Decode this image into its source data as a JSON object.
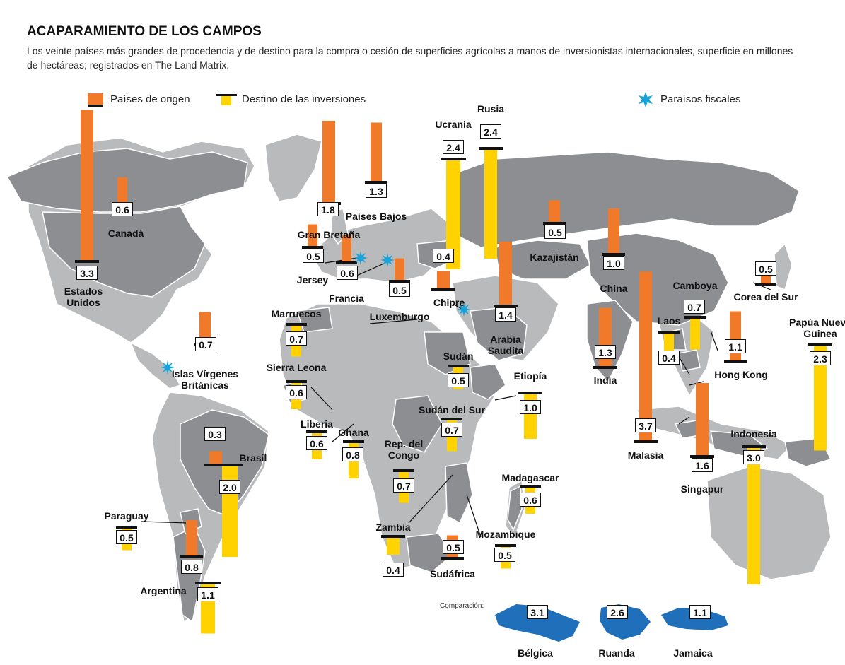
{
  "title": "ACAPARAMIENTO DE LOS CAMPOS",
  "subtitle": "Los veinte países más grandes de procedencia y de destino para la compra o cesión de superficies agrícolas a manos de inversionistas internacionales, superficie en millones de hectáreas; registrados en The Land Matrix.",
  "legend": {
    "origin": "Países de origen",
    "destination": "Destino de las inversiones",
    "tax_havens": "Paraísos fiscales"
  },
  "colors": {
    "origin": "#f07a2a",
    "destination": "#ffd200",
    "tax_haven": "#1aa3d9",
    "land_dark": "#8c8e91",
    "land_light": "#b9babc",
    "comparison": "#1f6fba"
  },
  "comparison": {
    "label": "Comparación:",
    "items": [
      {
        "name": "Bélgica",
        "value": "3.1"
      },
      {
        "name": "Ruanda",
        "value": "2.6"
      },
      {
        "name": "Jamaica",
        "value": "1.1"
      }
    ]
  },
  "countries": [
    {
      "name": "Estados Unidos",
      "value": "3.3",
      "type": "origin"
    },
    {
      "name": "Canadá",
      "value": "0.6",
      "type": "origin"
    },
    {
      "name": "Islas Vírgenes Británicas",
      "value": "0.7",
      "type": "origin"
    },
    {
      "name": "Gran Bretaña",
      "value": "1.8",
      "type": "origin"
    },
    {
      "name": "Países Bajos",
      "value": "1.3",
      "type": "origin"
    },
    {
      "name": "Jersey",
      "value": "0.5",
      "type": "origin"
    },
    {
      "name": "Francia",
      "value": "0.6",
      "type": "origin"
    },
    {
      "name": "Luxemburgo",
      "value": "0.5",
      "type": "origin"
    },
    {
      "name": "Chipre",
      "value": "0.4",
      "type": "origin"
    },
    {
      "name": "Ucrania",
      "value": "2.4",
      "type": "destination"
    },
    {
      "name": "Rusia",
      "value": "2.4",
      "type": "destination"
    },
    {
      "name": "Arabia Saudita",
      "value": "1.4",
      "type": "origin"
    },
    {
      "name": "Kazajistán",
      "value": "0.5",
      "type": "origin"
    },
    {
      "name": "China",
      "value": "1.0",
      "type": "origin"
    },
    {
      "name": "India",
      "value": "1.3",
      "type": "origin"
    },
    {
      "name": "Malasia",
      "value": "3.7",
      "type": "origin"
    },
    {
      "name": "Singapur",
      "value": "1.6",
      "type": "origin"
    },
    {
      "name": "Hong Kong",
      "value": "1.1",
      "type": "origin"
    },
    {
      "name": "Corea del Sur",
      "value": "0.5",
      "type": "origin"
    },
    {
      "name": "Camboya",
      "value": "0.7",
      "type": "destination"
    },
    {
      "name": "Laos",
      "value": "0.4",
      "type": "destination"
    },
    {
      "name": "Papúa Nueva Guinea",
      "value": "2.3",
      "type": "destination"
    },
    {
      "name": "Indonesia",
      "value": "3.0",
      "type": "destination"
    },
    {
      "name": "Marruecos",
      "value": "0.7",
      "type": "destination"
    },
    {
      "name": "Sierra Leona",
      "value": "0.6",
      "type": "destination"
    },
    {
      "name": "Liberia",
      "value": "0.6",
      "type": "destination"
    },
    {
      "name": "Ghana",
      "value": "0.8",
      "type": "destination"
    },
    {
      "name": "Sudán",
      "value": "0.5",
      "type": "destination"
    },
    {
      "name": "Sudán del Sur",
      "value": "0.7",
      "type": "destination"
    },
    {
      "name": "Etiopía",
      "value": "1.0",
      "type": "destination"
    },
    {
      "name": "Rep. del Congo",
      "value": "0.7",
      "type": "destination"
    },
    {
      "name": "Madagascar",
      "value": "0.6",
      "type": "destination"
    },
    {
      "name": "Mozambique",
      "value": "0.5",
      "type": "destination"
    },
    {
      "name": "Zambia",
      "value": "0.4",
      "type": "destination"
    },
    {
      "name": "Sudáfrica",
      "value": "0.5",
      "type": "origin"
    },
    {
      "name": "Brasil (origen)",
      "value": "0.3",
      "type": "origin"
    },
    {
      "name": "Brasil (destino)",
      "value": "2.0",
      "type": "destination"
    },
    {
      "name": "Paraguay",
      "value": "0.5",
      "type": "destination"
    },
    {
      "name": "Argentina (origen)",
      "value": "0.8",
      "type": "origin"
    },
    {
      "name": "Argentina (destino)",
      "value": "1.1",
      "type": "destination"
    }
  ],
  "labels": {
    "usa": "Estados\nUnidos",
    "canada": "Canadá",
    "bvi": "Islas Vírgenes\nBritánicas",
    "gb": "Gran Bretaña",
    "nl": "Países Bajos",
    "jersey": "Jersey",
    "francia": "Francia",
    "luxemburgo": "Luxemburgo",
    "chipre": "Chipre",
    "ucrania": "Ucrania",
    "rusia": "Rusia",
    "arabia": "Arabia\nSaudita",
    "kazajistan": "Kazajistán",
    "china": "China",
    "india": "India",
    "malasia": "Malasia",
    "singapur": "Singapur",
    "hongkong": "Hong Kong",
    "corea": "Corea del Sur",
    "camboya": "Camboya",
    "laos": "Laos",
    "papua": "Papúa Nueva\nGuinea",
    "indonesia": "Indonesia",
    "marruecos": "Marruecos",
    "sierra": "Sierra Leona",
    "liberia": "Liberia",
    "ghana": "Ghana",
    "sudan": "Sudán",
    "sudansur": "Sudán del Sur",
    "etiopia": "Etiopía",
    "congo": "Rep. del\nCongo",
    "madagascar": "Madagascar",
    "mozambique": "Mozambique",
    "zambia": "Zambia",
    "sudafrica": "Sudáfrica",
    "brasil": "Brasil",
    "paraguay": "Paraguay",
    "argentina": "Argentina"
  }
}
